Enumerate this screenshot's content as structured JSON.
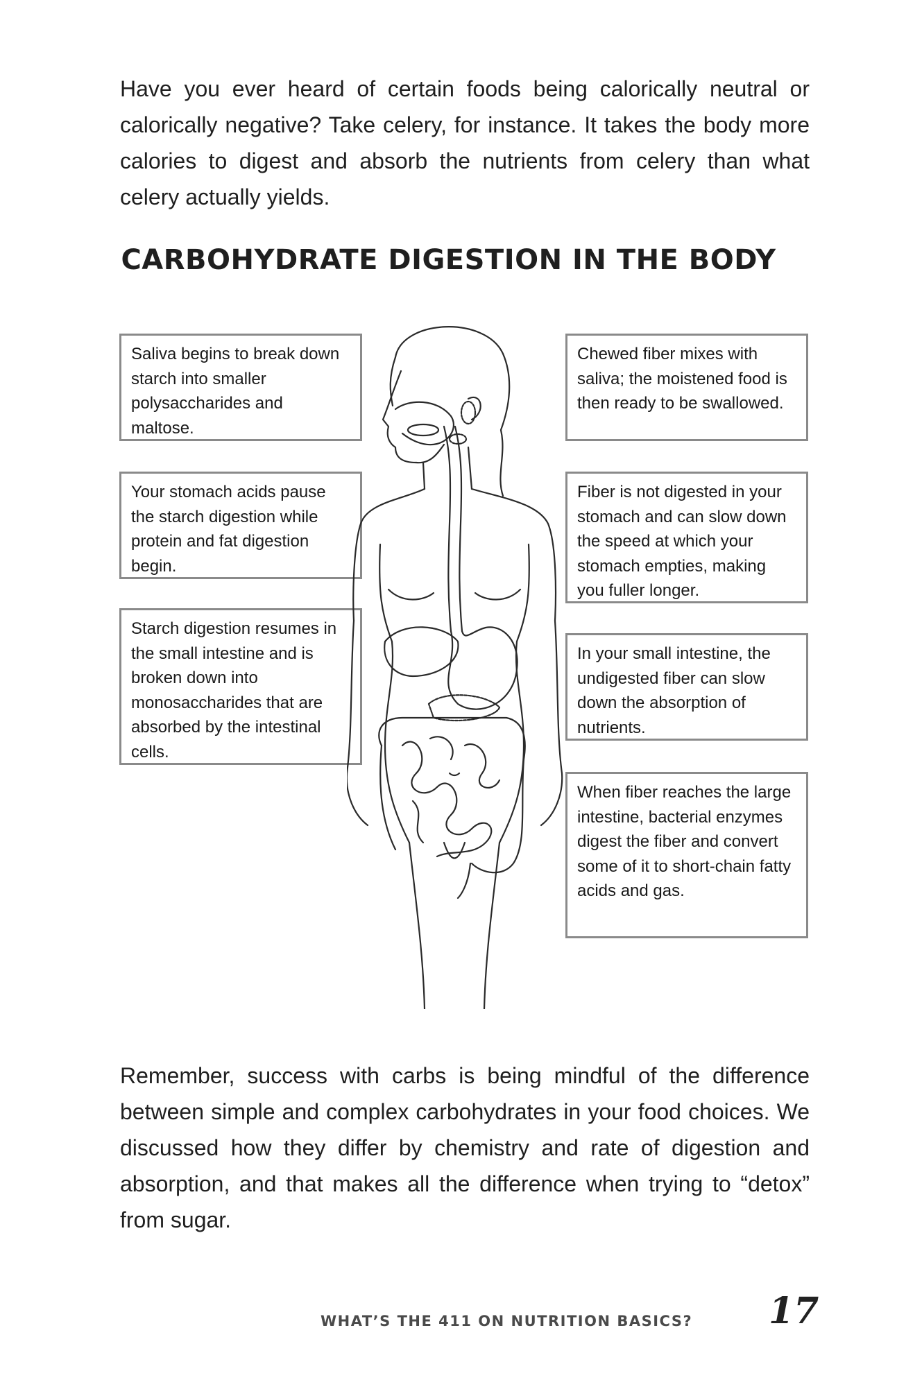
{
  "intro": "Have you ever heard of certain foods being calorically neutral or calorically negative? Take celery, for instance. It takes the body more calories to digest and absorb the nutrients from celery than what celery actually yields.",
  "title": "CARBOHYDRATE DIGESTION IN THE BODY",
  "callouts": {
    "left": [
      "Saliva begins to break down starch into smaller polysaccharides and maltose.",
      "Your stomach acids pause the starch digestion while protein and fat digestion begin.",
      "Starch digestion resumes in the small intestine and is broken down into monosaccharides that are absorbed by the intestinal cells."
    ],
    "right": [
      "Chewed fiber mixes with saliva; the moistened food is then ready to be swallowed.",
      "Fiber is not digested in your stomach and can slow down the speed at which your stomach empties, making you fuller longer.",
      "In your small intestine, the undigested fiber can slow down the absorption of nutrients.",
      "When fiber reaches the large intestine, bacterial enzymes digest the fiber and convert some of it to short-chain fatty acids and gas."
    ]
  },
  "outro": "Remember, success with carbs is being mindful of the difference between simple and complex carbohydrates in your food choices. We discussed how they differ by chemistry and rate of digestion and absorption, and that makes all the difference when trying to “detox” from sugar.",
  "footer": {
    "running_head": "WHAT’S THE 411 ON NUTRITION BASICS?",
    "page_number": "17"
  }
}
